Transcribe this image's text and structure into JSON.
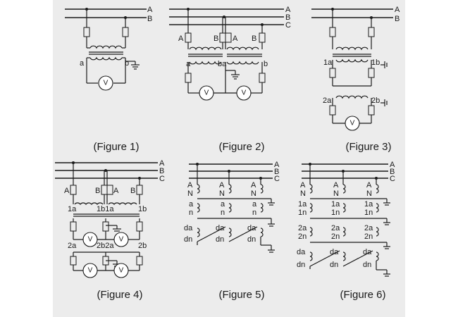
{
  "captions": {
    "fig1": "(Figure 1)",
    "fig2": "(Figure 2)",
    "fig3": "(Figure 3)",
    "fig4": "(Figure 4)",
    "fig5": "(Figure 5)",
    "fig6": "(Figure 6)"
  },
  "phases": {
    "a": "A",
    "b": "B",
    "c": "C"
  },
  "terminals": {
    "A": "A",
    "B": "B",
    "N": "N",
    "a": "a",
    "b": "b",
    "n": "n",
    "ba": "ba",
    "a1": "1a",
    "b1": "1b",
    "n1": "1n",
    "b1a": "1b1a",
    "a2": "2a",
    "b2": "2b",
    "n2": "2n",
    "b2a": "2b2a",
    "da": "da",
    "dn": "dn"
  },
  "meter_symbol": "V"
}
